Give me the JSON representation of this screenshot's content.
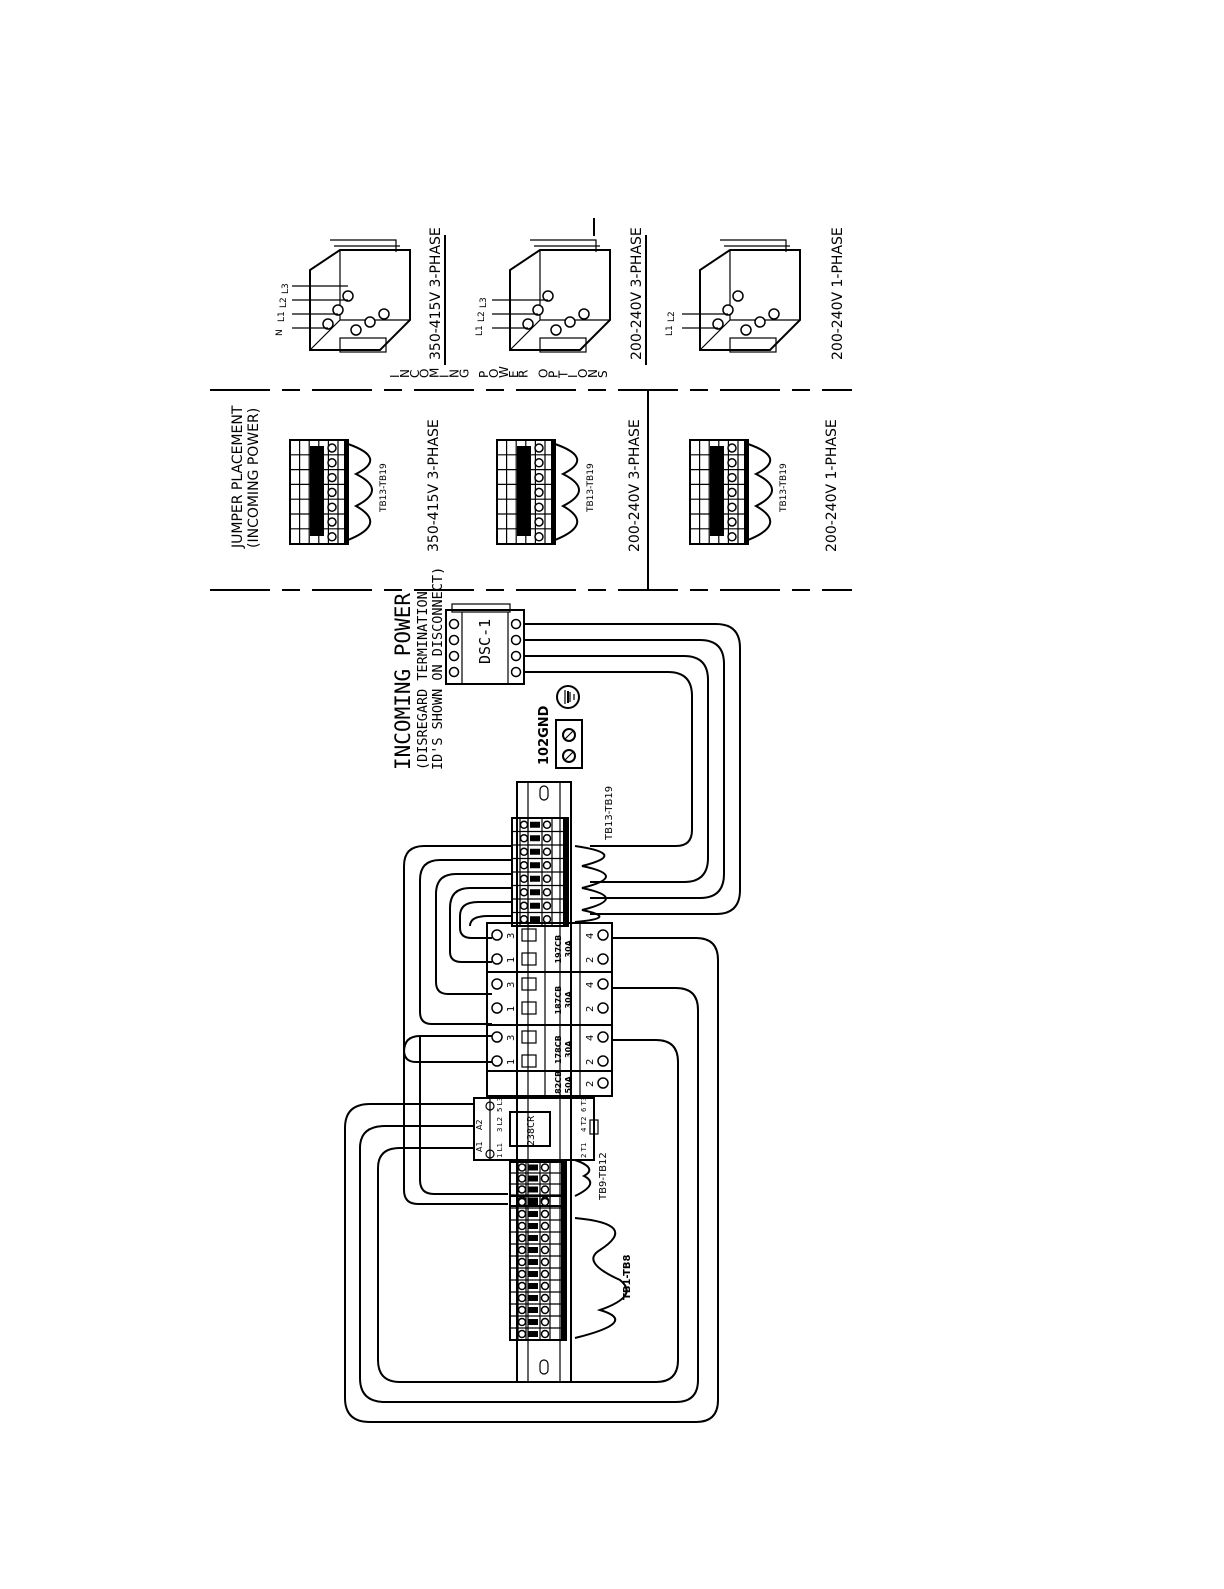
{
  "options_panel": {
    "side_title": [
      "I",
      "N",
      "C",
      "O",
      "M",
      "I",
      "N",
      "G",
      " ",
      "P",
      "O",
      "W",
      "E",
      "R",
      " ",
      "O",
      "P",
      "T",
      "I",
      "O",
      "N",
      "S"
    ],
    "jumper_title_line1": "JUMPER PLACEMENT",
    "jumper_title_line2": "(INCOMING POWER)",
    "jumper_block_label": "TB13-TB19",
    "options": [
      {
        "voltage": "350-415V 3-PHASE",
        "leads": [
          "N",
          "L1",
          "L2",
          "L3"
        ]
      },
      {
        "voltage": "200-240V 3-PHASE",
        "leads": [
          "L1",
          "L2",
          "L3"
        ]
      },
      {
        "voltage": "200-240V 1-PHASE",
        "leads": [
          "L1",
          "L2"
        ]
      }
    ]
  },
  "main": {
    "title": "INCOMING POWER",
    "note_line1": "(DISREGARD TERMINATION",
    "note_line2": "ID'S SHOWN ON DISCONNECT)",
    "disconnect": "DSC-1",
    "ground": "102GND",
    "tb_upper": "TB13-TB19",
    "tb_middle": "TB9-TB12",
    "tb_lower": "TB1-TB8",
    "contactor": "238CR",
    "contactor_terms": {
      "a1": "A1",
      "a2": "A2",
      "t1": "1 L1",
      "t2": "3 L2",
      "t3": "5 L3",
      "b1": "2 T1",
      "b2": "4 T2",
      "b3": "6 T3"
    },
    "breakers": [
      {
        "id": "197CB",
        "amps": "30A",
        "top": [
          "3",
          "1"
        ],
        "bottom": [
          "4",
          "2"
        ]
      },
      {
        "id": "187CB",
        "amps": "30A",
        "top": [
          "3",
          "1"
        ],
        "bottom": [
          "4",
          "2"
        ]
      },
      {
        "id": "178CB",
        "amps": "30A",
        "top": [
          "3",
          "1"
        ],
        "bottom": [
          "4",
          "2"
        ]
      },
      {
        "id": "182CB",
        "amps": "50A",
        "top": [],
        "bottom": [
          "2"
        ]
      }
    ]
  }
}
